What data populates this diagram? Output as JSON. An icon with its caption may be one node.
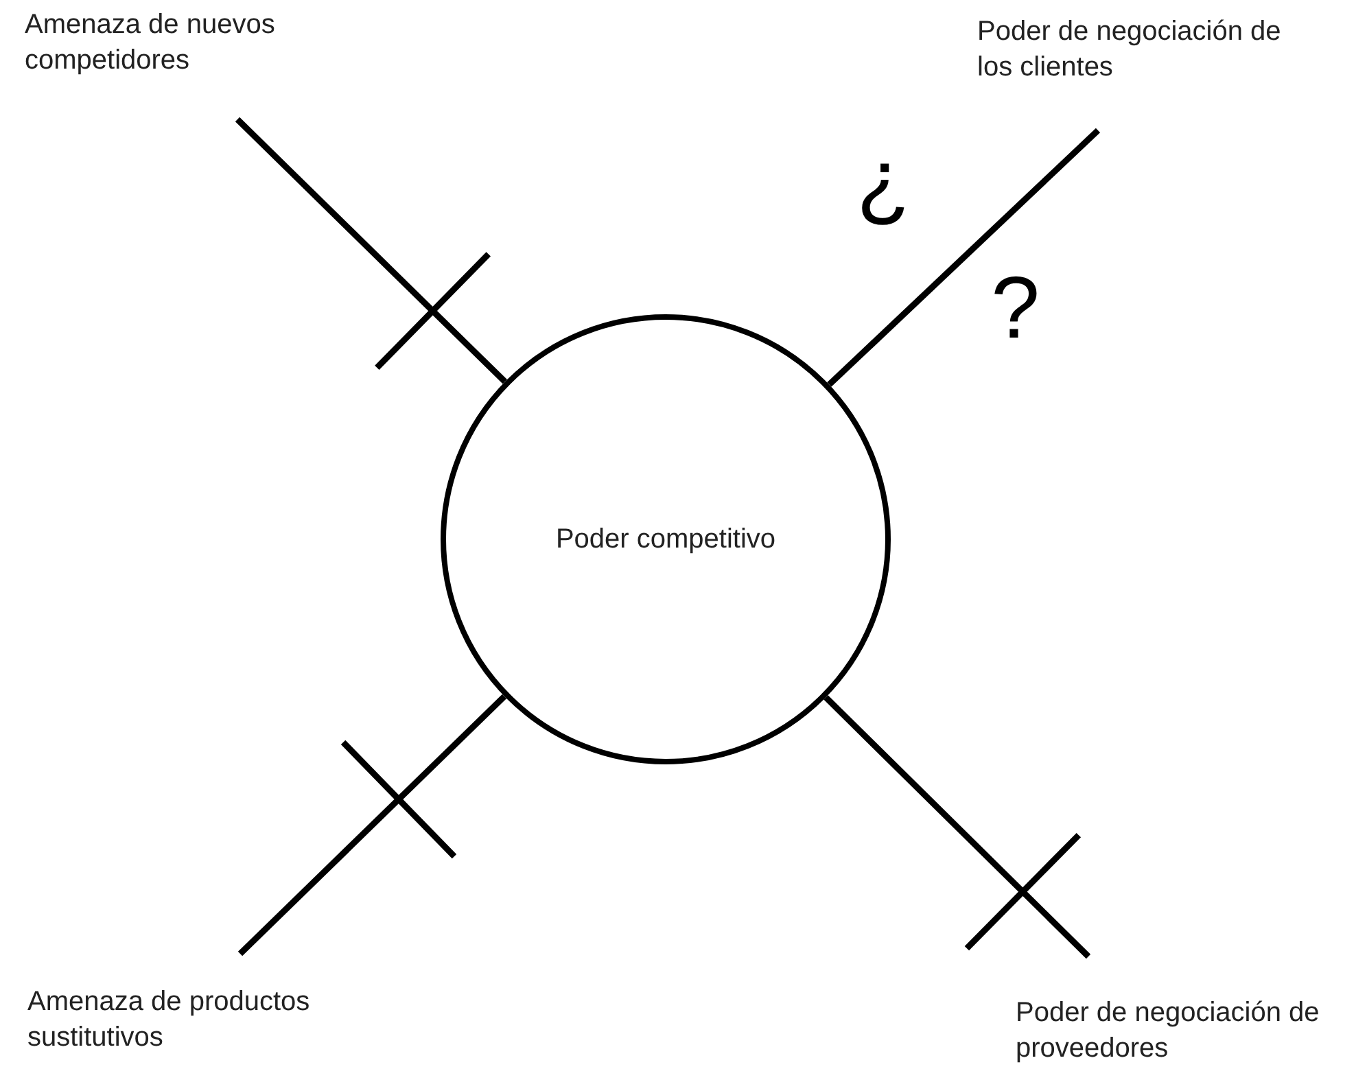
{
  "diagram": {
    "nodes": [
      {
        "text": [
          "Amenaza de nuevos competidores"
        ]
      },
      {
        "text": [
          "Poder de negociación de los clientes"
        ]
      },
      {
        "text": [
          "Poder competitivo"
        ]
      },
      {
        "text": [
          "Amenaza de productos sustitutivos"
        ]
      },
      {
        "text": [
          "Poder de negociación de proveedores"
        ]
      }
    ],
    "edges": [
      {
        "from": 0,
        "to": 2,
        "arrow": "none"
      },
      {
        "from": 1,
        "to": 2,
        "arrow": "none"
      },
      {
        "from": 3,
        "to": 2,
        "arrow": "none"
      },
      {
        "from": 4,
        "to": 2,
        "arrow": "none"
      }
    ],
    "labels": [
      "¿",
      "?"
    ]
  }
}
